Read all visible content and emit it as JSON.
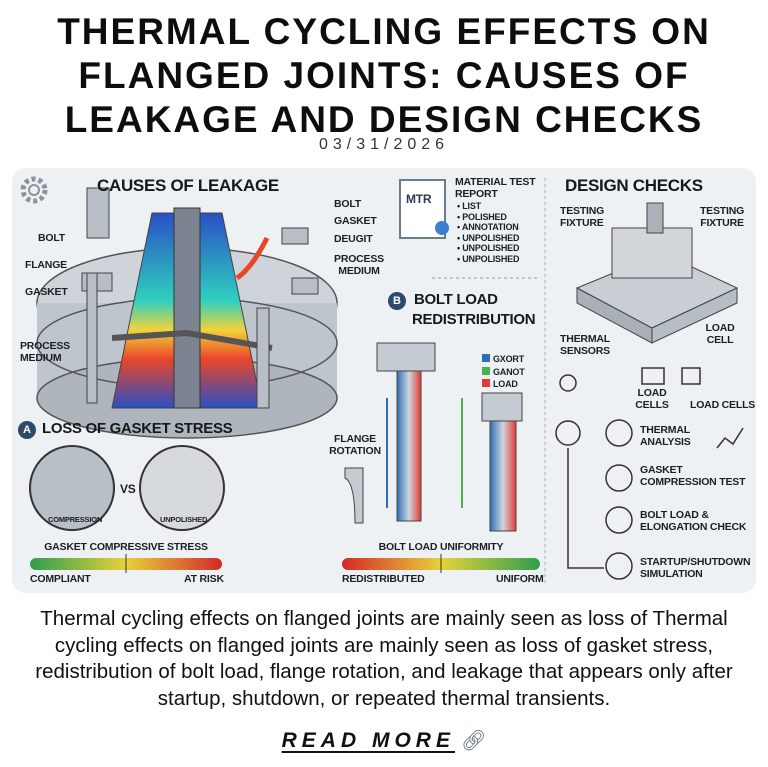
{
  "header": {
    "title": "THERMAL CYCLING EFFECTS ON FLANGED JOINTS: CAUSES OF LEAKAGE AND DESIGN CHECKS",
    "date": "03/31/2026"
  },
  "illustration": {
    "causes": {
      "heading": "CAUSES OF LEAKAGE",
      "left_labels": [
        "BOLT",
        "FLANGE",
        "GASKET",
        "PROCESS MEDIUM"
      ],
      "right_labels": [
        "BOLT",
        "GASKET",
        "DEUGIT",
        "PROCESS MEDIUM"
      ]
    },
    "mtr": {
      "doc_label": "MTR",
      "title": "MATERIAL TEST REPORT",
      "items": [
        "• LIST",
        "• POLISHED",
        "• ANNOTATION",
        "• UNPOLISHED",
        "• UNPOLISHED",
        "• UNPOLISHED"
      ]
    },
    "bolt_load": {
      "badge": "B",
      "heading_1": "BOLT LOAD",
      "heading_2": "REDISTRIBUTION",
      "legend": [
        "GXORT",
        "GANOT",
        "LOAD"
      ],
      "legend_colors": [
        "#2f6db5",
        "#4caf50",
        "#e53935"
      ],
      "flange_rotation": "FLANGE ROTATION",
      "bar_title": "BOLT LOAD UNIFORMITY",
      "bar_left": "REDISTRIBUTED",
      "bar_right": "UNIFORM",
      "bar_marker": 0.5
    },
    "gasket_stress": {
      "badge": "A",
      "heading": "LOSS OF GASKET STRESS",
      "vs": "VS",
      "left_circle": "COMPRESSION",
      "right_circle": "UNPOLISHED",
      "bar_title": "GASKET COMPRESSIVE STRESS",
      "bar_left": "COMPLIANT",
      "bar_right": "AT RISK",
      "bar_marker": 0.5
    },
    "design_checks": {
      "heading": "DESIGN CHECKS",
      "fixture_left": "TESTING FIXTURE",
      "fixture_right": "TESTING FIXTURE",
      "thermal_sensors": "THERMAL SENSORS",
      "load_cell": "LOAD CELL",
      "load_cells_1": "LOAD CELLS",
      "load_cells_2": "LOAD CELLS",
      "checks": [
        "THERMAL ANALYSIS",
        "GASKET COMPRESSION TEST",
        "BOLT LOAD & ELONGATION CHECK",
        "STARTUP/SHUTDOWN SIMULATION"
      ]
    }
  },
  "description": "Thermal cycling effects on flanged joints are mainly seen as loss of Thermal cycling effects on flanged joints are mainly seen as loss of gasket stress, redistribution of bolt load, flange rotation, and leakage that appears only after startup, shutdown, or repeated thermal transients.",
  "read_more": {
    "label": "READ MORE",
    "icon": "link-icon"
  }
}
